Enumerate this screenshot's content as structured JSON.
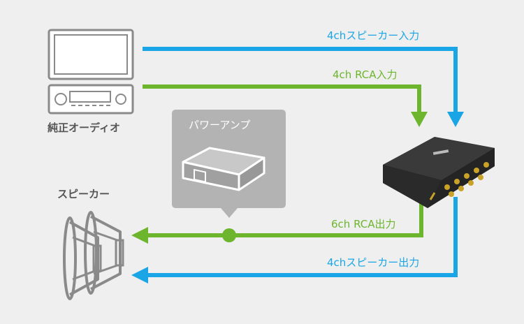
{
  "labels": {
    "spk_in": "4chスピーカー入力",
    "rca_in": "4ch RCA入力",
    "head_unit": "純正オーディオ",
    "power_amp": "パワーアンプ",
    "speaker": "スピーカー",
    "rca_out": "6ch RCA出力",
    "spk_out": "4chスピーカー出力"
  },
  "colors": {
    "blue": "#1aa6e6",
    "green": "#6cb52d",
    "bg": "#efefef",
    "icon_gray": "#888888",
    "panel_gray": "#b3b3b3",
    "device_dark": "#2a2a2a"
  }
}
